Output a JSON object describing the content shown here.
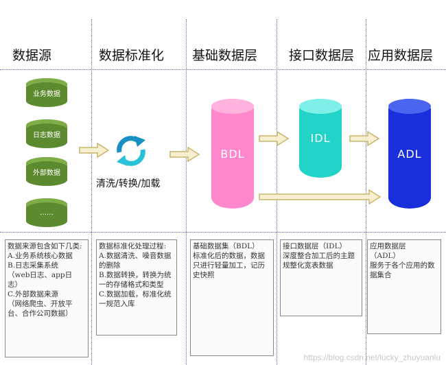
{
  "columns": [
    {
      "title": "数据源"
    },
    {
      "title": "数据标准化"
    },
    {
      "title": "基础数据层"
    },
    {
      "title": "接口数据层"
    },
    {
      "title": "应用数据层"
    }
  ],
  "sources": [
    "业务数据",
    "日志数据",
    "外部数据",
    "……"
  ],
  "process_label": "清洗/转换/加载",
  "layers": {
    "bdl": {
      "label": "BDL",
      "color": "#ff88cc"
    },
    "idl": {
      "label": "IDL",
      "color": "#22d4c8"
    },
    "adl": {
      "label": "ADL",
      "color": "#1a2fdc"
    }
  },
  "descriptions": [
    "数据来源包含如下几类:\nA.业务系统核心数据\nB.日志采集系统\n（web日志、app日志）\nC.外部数据来源\n（网络爬虫、开放平台、合作公司数据）",
    "数据标准化处理过程:\nA.数据清洗、噪音数据的删除\nB.数据转换，转换为统一的存储格式和类型\nC.数据加载，标准化统一规范入库",
    "基础数据集（BDL）\n  标准化后的数据，数据只进行轻量加工，记历史快照",
    "接口数据层（IDL）\n  深度整合加工后的主题规整化宽表数据",
    "应用数据层\n（ADL）\n服务于各个应用的数据集合"
  ],
  "watermark": "https://blog.csdn.net/lucky_zhuyuanlu"
}
